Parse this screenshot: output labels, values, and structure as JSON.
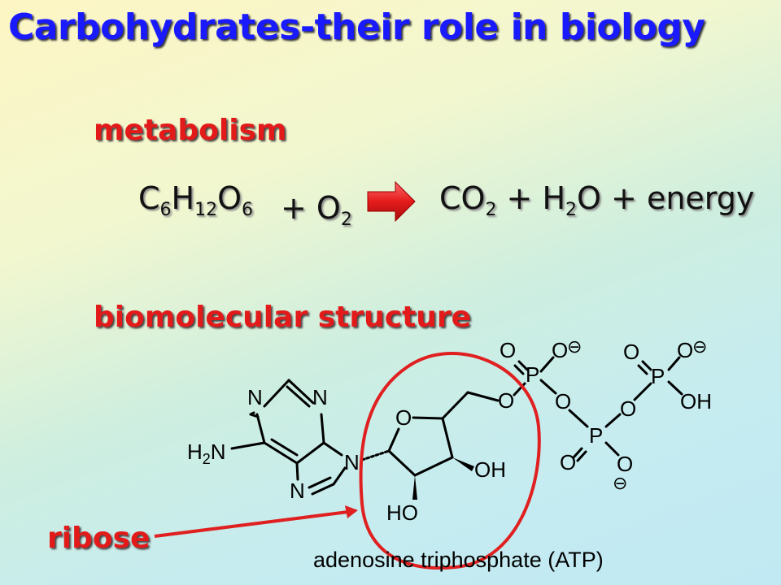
{
  "slide": {
    "title": "Carbohydrates-their role in biology",
    "metabolism_heading": "metabolism",
    "equation": {
      "glucose": [
        "C",
        "6",
        "H",
        "12",
        "O",
        "6"
      ],
      "plus_o2": [
        "+ O",
        "2"
      ],
      "products": [
        "CO",
        "2",
        " + H",
        "2",
        "O + energy"
      ]
    },
    "structure_heading": "biomolecular structure",
    "ribose_label": "ribose",
    "molecule_caption": "adenosine triphosphate (ATP)",
    "atoms": {
      "N": "N",
      "O": "O",
      "P": "P",
      "H2N": [
        "H",
        "2",
        "N"
      ],
      "OH": "OH",
      "HO": "HO",
      "minus": "⊖"
    }
  },
  "colors": {
    "title": "#1a1aff",
    "heading": "#e31a1a",
    "arrow": "#e62020",
    "circle": "#e02020"
  }
}
